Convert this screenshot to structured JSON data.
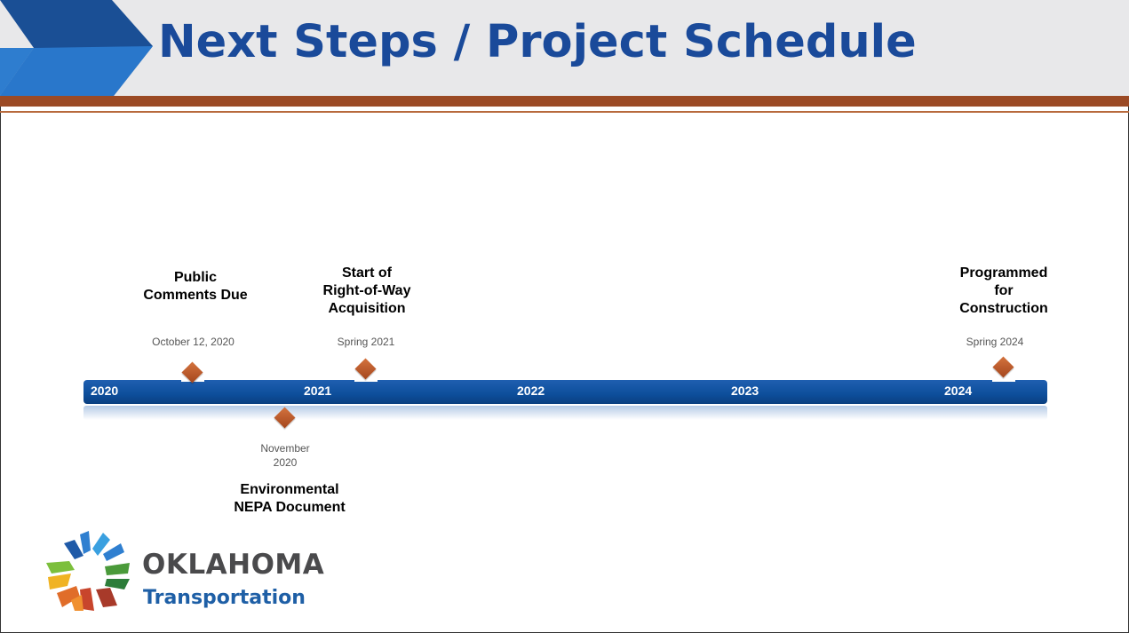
{
  "slide": {
    "title": "Next Steps / Project Schedule"
  },
  "timeline": {
    "years": [
      "2020",
      "2021",
      "2022",
      "2023",
      "2024"
    ],
    "milestones_above": [
      {
        "label_lines": [
          "Public",
          "Comments Due"
        ],
        "date_lines": [
          "October 12, 2020"
        ]
      },
      {
        "label_lines": [
          "Start of",
          "Right-of-Way",
          "Acquisition"
        ],
        "date_lines": [
          "Spring 2021"
        ]
      },
      {
        "label_lines": [
          "Programmed",
          "for",
          "Construction"
        ],
        "date_lines": [
          "Spring  2024"
        ]
      }
    ],
    "milestones_below": [
      {
        "label_lines": [
          "Environmental",
          "NEPA Document"
        ],
        "date_lines": [
          "November",
          "2020"
        ]
      }
    ]
  },
  "logo": {
    "name": "OKLAHOMA",
    "subtitle": "Transportation"
  },
  "colors": {
    "title": "#1a4a9a",
    "bar": "#0d4e9b",
    "accent_rule": "#9b4a25",
    "diamond": "#c0602f"
  }
}
